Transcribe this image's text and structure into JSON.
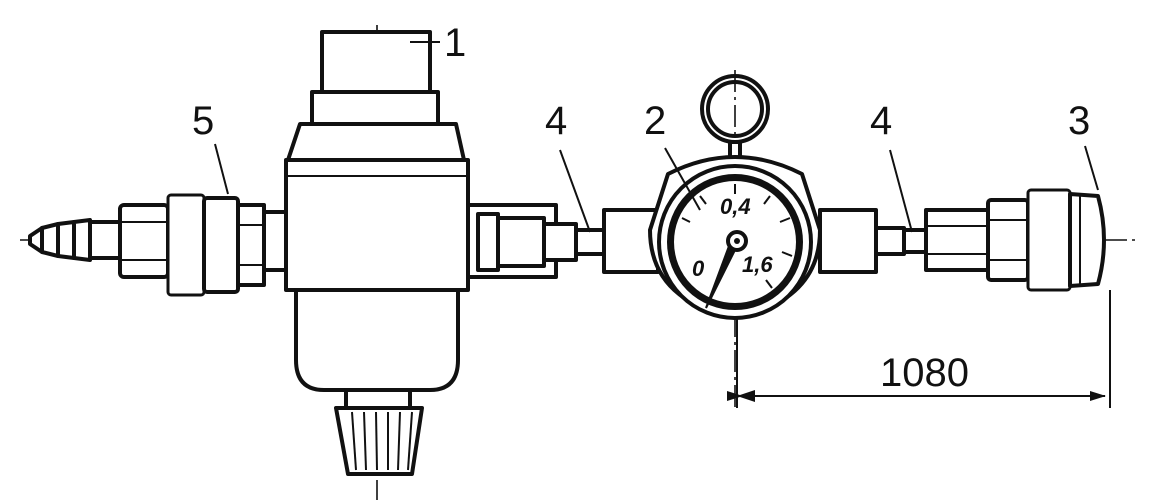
{
  "labels": {
    "filter_regulator": "1",
    "pressure_gauge": "2",
    "quick_coupling_right": "3",
    "nipple_left": "4",
    "nipple_right": "4",
    "quick_coupling_left": "5"
  },
  "gauge": {
    "scale_mid": "0,4",
    "scale_zero": "0",
    "scale_max": "1,6"
  },
  "dimension": {
    "length": "1080"
  }
}
